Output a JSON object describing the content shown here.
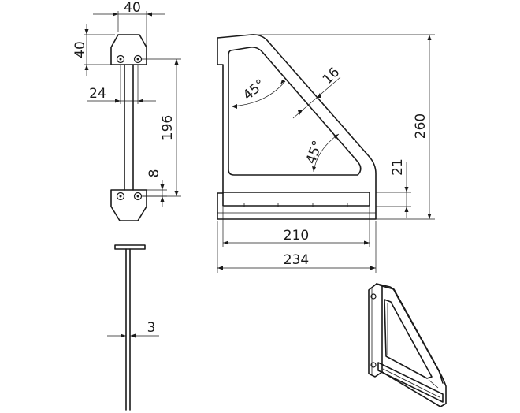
{
  "drawing": {
    "dims": {
      "plate_width": "40",
      "plate_height": "40",
      "hole_spacing": "24",
      "hole_distance": "196",
      "bottom_offset": "8",
      "thickness": "3",
      "top_chamfer": "16",
      "angle_top": "45°",
      "angle_diag": "45°",
      "shelf_height": "21",
      "total_height": "260",
      "inner_width": "210",
      "total_width": "234"
    }
  }
}
